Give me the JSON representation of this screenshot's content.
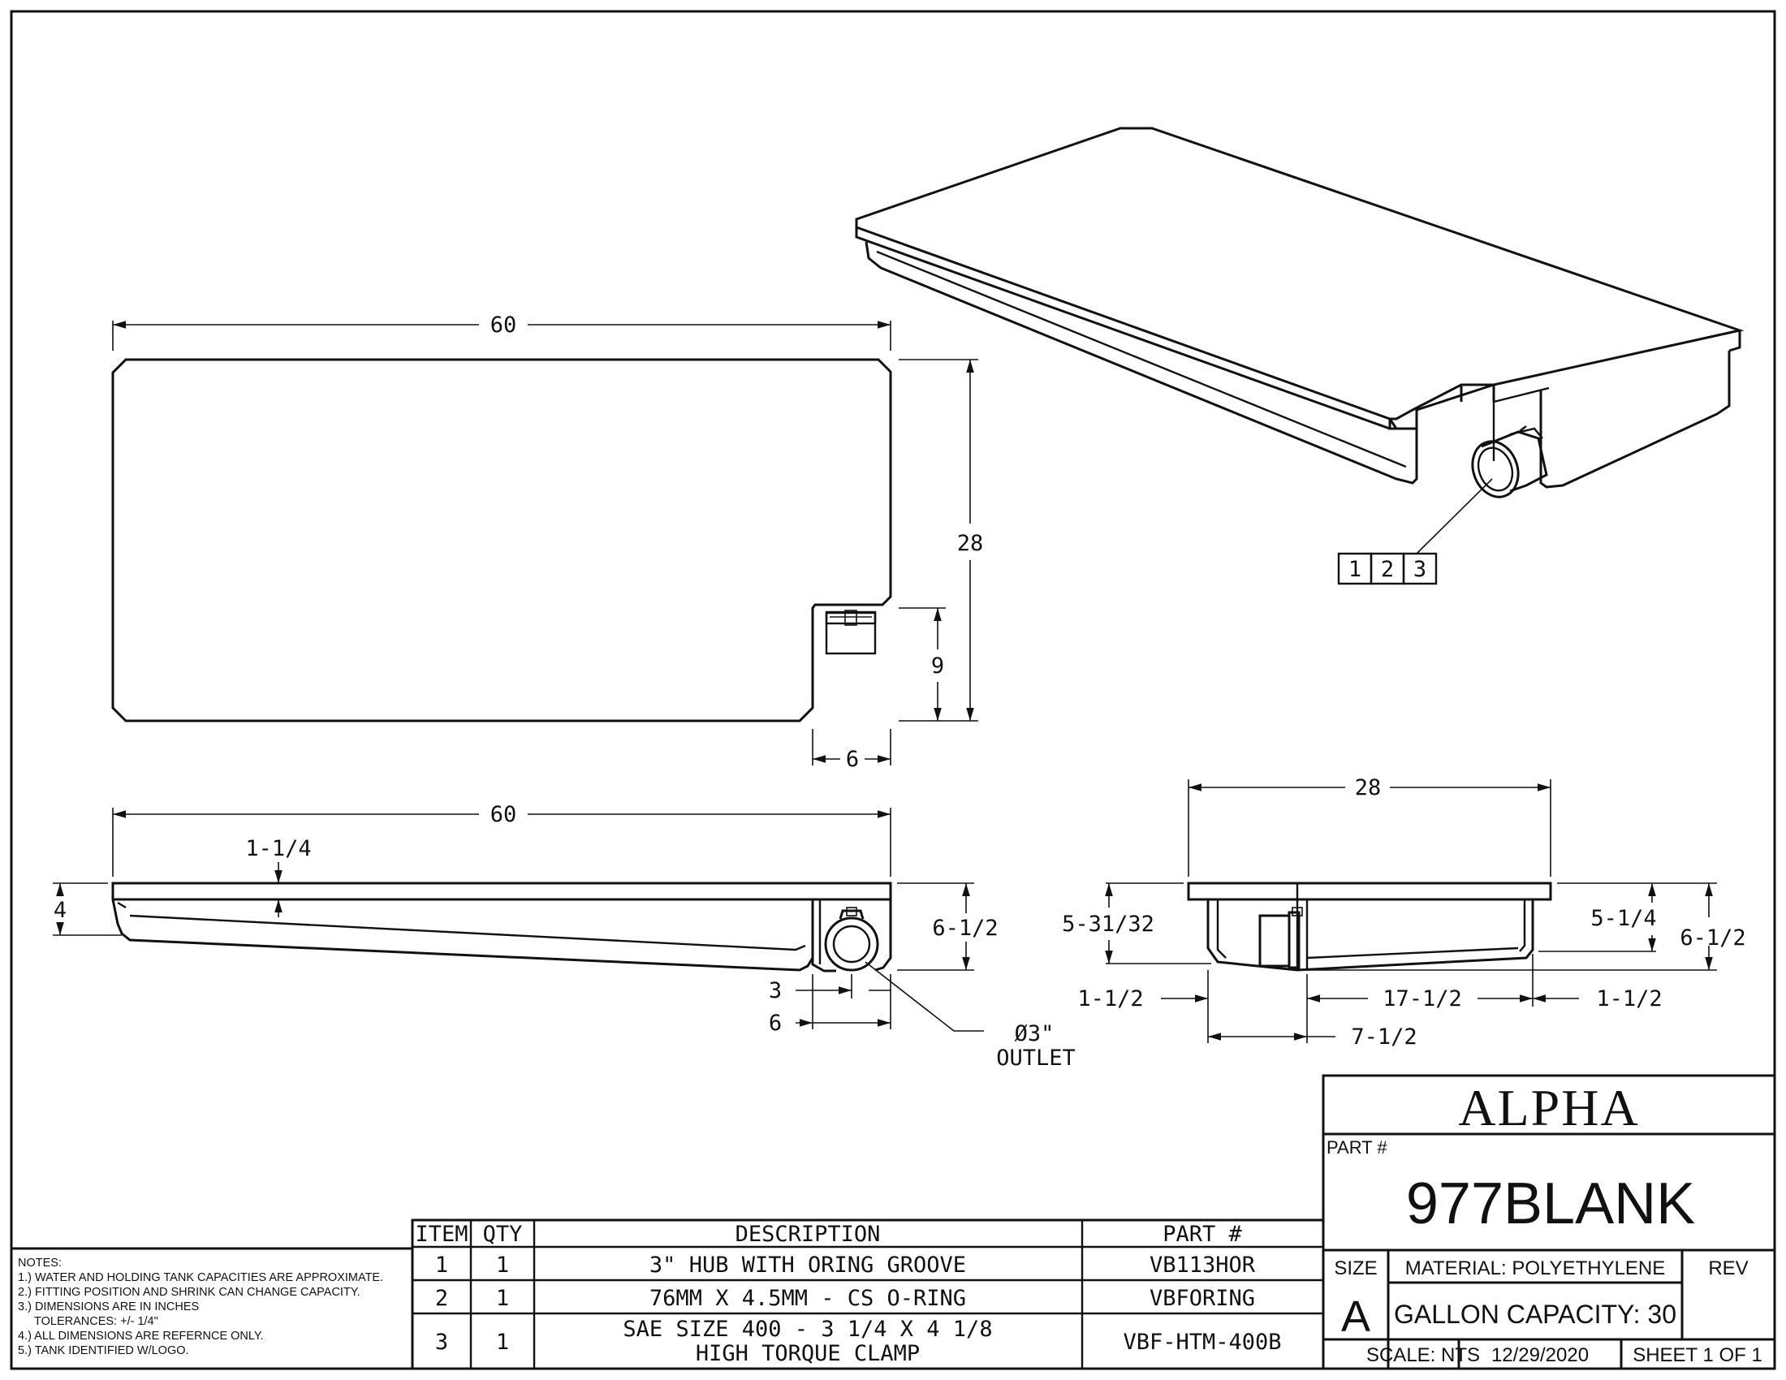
{
  "dimensions": {
    "top_length": "60",
    "top_width": "28",
    "top_notch_depth": "9",
    "top_notch_width": "6",
    "side_length": "60",
    "side_lip": "1-1/4",
    "side_height_front": "4",
    "side_height_outlet": "6-1/2",
    "outlet_center_3": "3",
    "outlet_offset_6": "6",
    "outlet_label_dia": "Ø3\"",
    "outlet_label": "OUTLET",
    "end_width": "28",
    "end_left_height": "5-31/32",
    "end_right_height_a": "5-1/4",
    "end_right_height_b": "6-1/2",
    "end_left_offset": "1-1/2",
    "end_mid_span": "17-1/2",
    "end_right_offset": "1-1/2",
    "end_outlet_span": "7-1/2"
  },
  "balloon": [
    "1",
    "2",
    "3"
  ],
  "bom": {
    "headers": {
      "item": "ITEM",
      "qty": "QTY",
      "desc": "DESCRIPTION",
      "part": "PART #"
    },
    "rows": [
      {
        "item": "1",
        "qty": "1",
        "desc": "3\" HUB WITH ORING GROOVE",
        "desc2": "",
        "part": "VB113HOR"
      },
      {
        "item": "2",
        "qty": "1",
        "desc": "76MM X 4.5MM - CS O-RING",
        "desc2": "",
        "part": "VBFORING"
      },
      {
        "item": "3",
        "qty": "1",
        "desc": "SAE SIZE 400 - 3 1/4 X 4 1/8",
        "desc2": "HIGH TORQUE CLAMP",
        "part": "VBF-HTM-400B"
      }
    ]
  },
  "notes": [
    "NOTES:",
    "1.) WATER AND HOLDING TANK CAPACITIES ARE APPROXIMATE.",
    "2.) FITTING POSITION AND SHRINK CAN CHANGE CAPACITY.",
    "3.) DIMENSIONS ARE IN INCHES",
    "TOLERANCES: +/- 1/4\"",
    "4.) ALL DIMENSIONS ARE REFERNCE ONLY.",
    "5.) TANK IDENTIFIED W/LOGO."
  ],
  "title_block": {
    "company": "ALPHA",
    "part_label": "PART #",
    "part_number": "977BLANK",
    "size_label": "SIZE",
    "size": "A",
    "material": "MATERIAL: POLYETHYLENE",
    "capacity": "GALLON CAPACITY: 30",
    "rev_label": "REV",
    "scale": "SCALE: NTS",
    "date": "12/29/2020",
    "sheet": "SHEET 1 OF 1"
  }
}
